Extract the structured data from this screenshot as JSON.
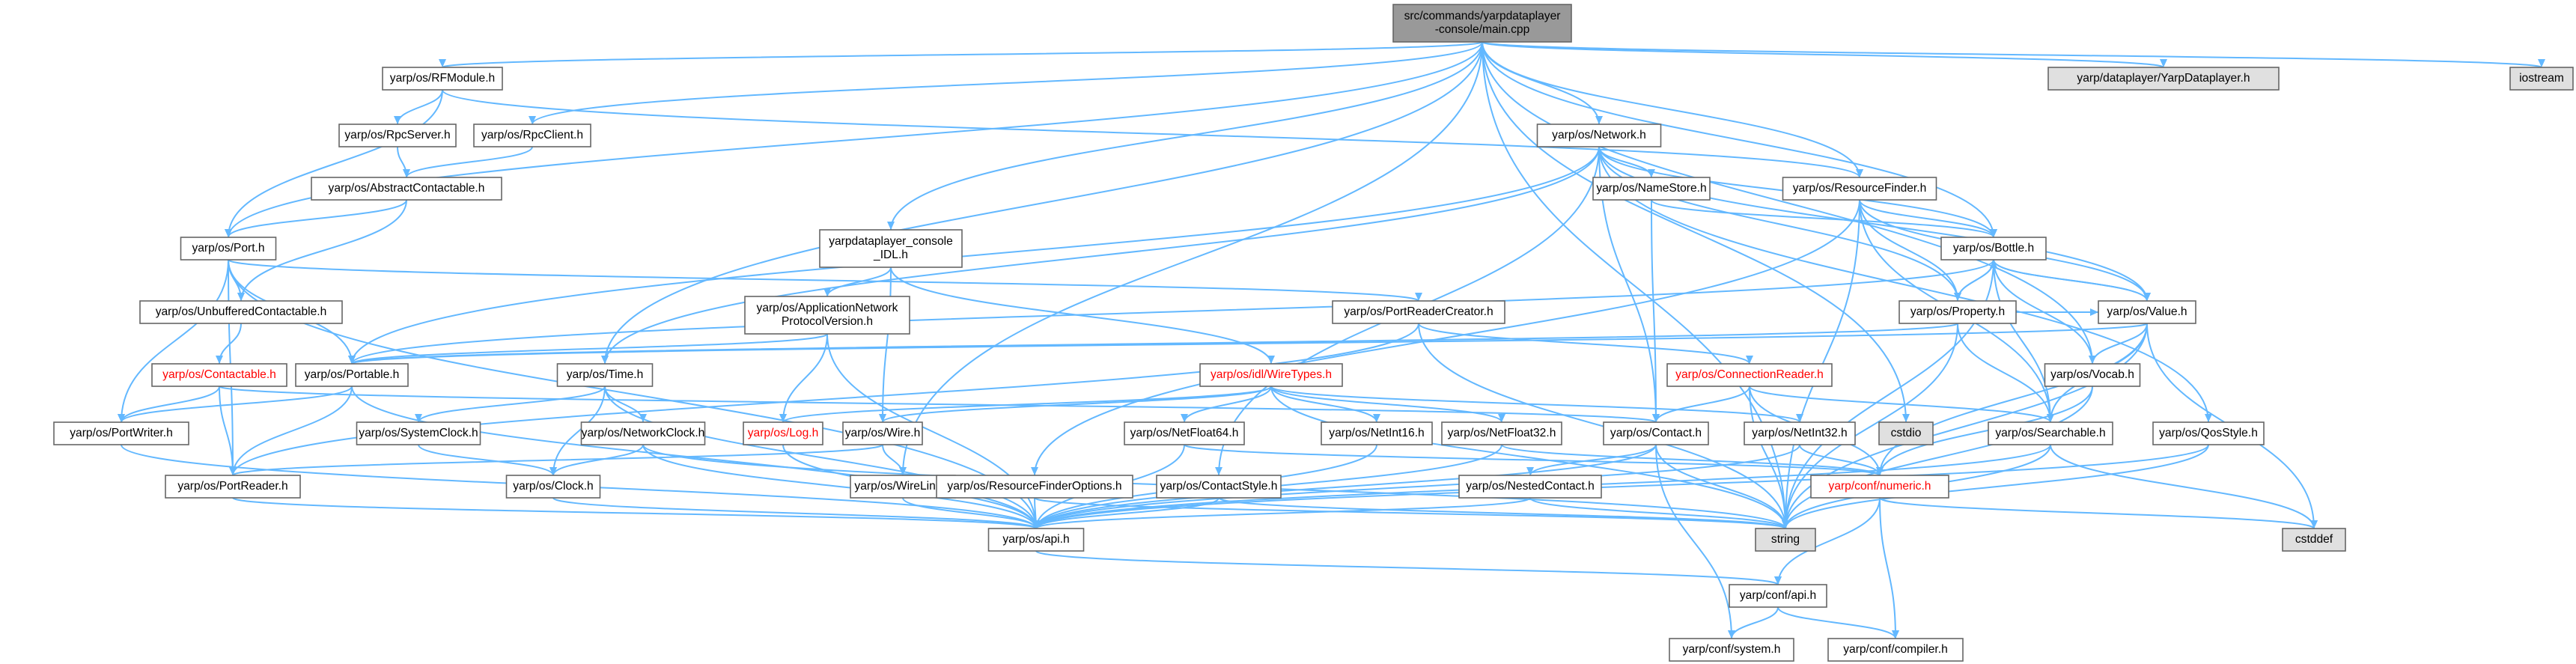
{
  "diagram": {
    "type": "include-dependency-graph",
    "colors": {
      "edge": "#63b8ff",
      "node_fill": "#ffffff",
      "node_border": "#666666",
      "root_fill": "#999999",
      "external_fill": "#e0e0e0",
      "highlight_border": "#ff0000",
      "highlight_text": "#ff0000",
      "text": "#000000"
    },
    "nodes": [
      {
        "id": "root",
        "label": "src/commands/yarpdataplayer\n-console/main.cpp",
        "kind": "root"
      },
      {
        "id": "rfmodule",
        "label": "yarp/os/RFModule.h",
        "kind": "normal"
      },
      {
        "id": "yarpdataplayer_h",
        "label": "yarp/dataplayer/YarpDataplayer.h",
        "kind": "external"
      },
      {
        "id": "iostream",
        "label": "iostream",
        "kind": "external"
      },
      {
        "id": "rpcserver",
        "label": "yarp/os/RpcServer.h",
        "kind": "normal"
      },
      {
        "id": "rpcclient",
        "label": "yarp/os/RpcClient.h",
        "kind": "normal"
      },
      {
        "id": "network",
        "label": "yarp/os/Network.h",
        "kind": "normal"
      },
      {
        "id": "abstractcontactable",
        "label": "yarp/os/AbstractContactable.h",
        "kind": "normal"
      },
      {
        "id": "namestore",
        "label": "yarp/os/NameStore.h",
        "kind": "normal"
      },
      {
        "id": "resourcefinder",
        "label": "yarp/os/ResourceFinder.h",
        "kind": "normal"
      },
      {
        "id": "port",
        "label": "yarp/os/Port.h",
        "kind": "normal"
      },
      {
        "id": "idl",
        "label": "yarpdataplayer_console\n_IDL.h",
        "kind": "normal"
      },
      {
        "id": "bottle",
        "label": "yarp/os/Bottle.h",
        "kind": "normal"
      },
      {
        "id": "unbuffered",
        "label": "yarp/os/UnbufferedContactable.h",
        "kind": "normal"
      },
      {
        "id": "appnetwork",
        "label": "yarp/os/ApplicationNetwork\nProtocolVersion.h",
        "kind": "normal"
      },
      {
        "id": "portreadercreator",
        "label": "yarp/os/PortReaderCreator.h",
        "kind": "normal"
      },
      {
        "id": "property",
        "label": "yarp/os/Property.h",
        "kind": "normal"
      },
      {
        "id": "value",
        "label": "yarp/os/Value.h",
        "kind": "normal"
      },
      {
        "id": "contactable",
        "label": "yarp/os/Contactable.h",
        "kind": "highlight"
      },
      {
        "id": "portable",
        "label": "yarp/os/Portable.h",
        "kind": "normal"
      },
      {
        "id": "time",
        "label": "yarp/os/Time.h",
        "kind": "normal"
      },
      {
        "id": "wiretypes",
        "label": "yarp/os/idl/WireTypes.h",
        "kind": "highlight"
      },
      {
        "id": "connectionreader",
        "label": "yarp/os/ConnectionReader.h",
        "kind": "highlight"
      },
      {
        "id": "vocab",
        "label": "yarp/os/Vocab.h",
        "kind": "normal"
      },
      {
        "id": "portwriter",
        "label": "yarp/os/PortWriter.h",
        "kind": "normal"
      },
      {
        "id": "systemclock",
        "label": "yarp/os/SystemClock.h",
        "kind": "normal"
      },
      {
        "id": "networkclock",
        "label": "yarp/os/NetworkClock.h",
        "kind": "normal"
      },
      {
        "id": "log",
        "label": "yarp/os/Log.h",
        "kind": "highlight"
      },
      {
        "id": "wire",
        "label": "yarp/os/Wire.h",
        "kind": "normal"
      },
      {
        "id": "netfloat64",
        "label": "yarp/os/NetFloat64.h",
        "kind": "normal"
      },
      {
        "id": "netint16",
        "label": "yarp/os/NetInt16.h",
        "kind": "normal"
      },
      {
        "id": "netfloat32",
        "label": "yarp/os/NetFloat32.h",
        "kind": "normal"
      },
      {
        "id": "contact",
        "label": "yarp/os/Contact.h",
        "kind": "normal"
      },
      {
        "id": "cstdio",
        "label": "cstdio",
        "kind": "external"
      },
      {
        "id": "netint32",
        "label": "yarp/os/NetInt32.h",
        "kind": "normal"
      },
      {
        "id": "searchable",
        "label": "yarp/os/Searchable.h",
        "kind": "normal"
      },
      {
        "id": "qosstyle",
        "label": "yarp/os/QosStyle.h",
        "kind": "normal"
      },
      {
        "id": "portreader",
        "label": "yarp/os/PortReader.h",
        "kind": "normal"
      },
      {
        "id": "clock",
        "label": "yarp/os/Clock.h",
        "kind": "normal"
      },
      {
        "id": "wirelink",
        "label": "yarp/os/WireLink.h",
        "kind": "normal"
      },
      {
        "id": "rfoptions",
        "label": "yarp/os/ResourceFinderOptions.h",
        "kind": "normal"
      },
      {
        "id": "contactstyle",
        "label": "yarp/os/ContactStyle.h",
        "kind": "normal"
      },
      {
        "id": "nestedcontact",
        "label": "yarp/os/NestedContact.h",
        "kind": "normal"
      },
      {
        "id": "numeric",
        "label": "yarp/conf/numeric.h",
        "kind": "highlight"
      },
      {
        "id": "string",
        "label": "string",
        "kind": "external"
      },
      {
        "id": "cstddef",
        "label": "cstddef",
        "kind": "external"
      },
      {
        "id": "api",
        "label": "yarp/os/api.h",
        "kind": "normal"
      },
      {
        "id": "confapi",
        "label": "yarp/conf/api.h",
        "kind": "normal"
      },
      {
        "id": "system",
        "label": "yarp/conf/system.h",
        "kind": "normal"
      },
      {
        "id": "compiler",
        "label": "yarp/conf/compiler.h",
        "kind": "normal"
      }
    ],
    "edges": [
      [
        "root",
        "rfmodule"
      ],
      [
        "root",
        "yarpdataplayer_h"
      ],
      [
        "root",
        "iostream"
      ],
      [
        "root",
        "rpcclient"
      ],
      [
        "root",
        "network"
      ],
      [
        "root",
        "idl"
      ],
      [
        "root",
        "port"
      ],
      [
        "root",
        "resourcefinder"
      ],
      [
        "root",
        "bottle"
      ],
      [
        "root",
        "time"
      ],
      [
        "root",
        "wirelink"
      ],
      [
        "root",
        "vocab"
      ],
      [
        "root",
        "string"
      ],
      [
        "root",
        "cstdio"
      ],
      [
        "rfmodule",
        "rpcserver"
      ],
      [
        "rfmodule",
        "port"
      ],
      [
        "rfmodule",
        "resourcefinder"
      ],
      [
        "rpcserver",
        "abstractcontactable"
      ],
      [
        "rpcclient",
        "abstractcontactable"
      ],
      [
        "abstractcontactable",
        "port"
      ],
      [
        "abstractcontactable",
        "unbuffered"
      ],
      [
        "port",
        "unbuffered"
      ],
      [
        "port",
        "portable"
      ],
      [
        "port",
        "portreadercreator"
      ],
      [
        "port",
        "portwriter"
      ],
      [
        "port",
        "portreader"
      ],
      [
        "port",
        "api"
      ],
      [
        "unbuffered",
        "contactable"
      ],
      [
        "contactable",
        "portwriter"
      ],
      [
        "contactable",
        "portreader"
      ],
      [
        "contactable",
        "contact"
      ],
      [
        "network",
        "namestore"
      ],
      [
        "network",
        "contact"
      ],
      [
        "network",
        "portable"
      ],
      [
        "network",
        "time"
      ],
      [
        "network",
        "bottle"
      ],
      [
        "network",
        "property"
      ],
      [
        "network",
        "contactstyle"
      ],
      [
        "network",
        "qosstyle"
      ],
      [
        "network",
        "value"
      ],
      [
        "namestore",
        "bottle"
      ],
      [
        "namestore",
        "contact"
      ],
      [
        "resourcefinder",
        "bottle"
      ],
      [
        "resourcefinder",
        "property"
      ],
      [
        "resourcefinder",
        "value"
      ],
      [
        "resourcefinder",
        "rfoptions"
      ],
      [
        "resourcefinder",
        "searchable"
      ],
      [
        "resourcefinder",
        "string"
      ],
      [
        "idl",
        "appnetwork"
      ],
      [
        "idl",
        "wire"
      ],
      [
        "idl",
        "wiretypes"
      ],
      [
        "appnetwork",
        "portable"
      ],
      [
        "appnetwork",
        "log"
      ],
      [
        "appnetwork",
        "api"
      ],
      [
        "portreadercreator",
        "portreader"
      ],
      [
        "portreadercreator",
        "connectionreader"
      ],
      [
        "portreadercreator",
        "string"
      ],
      [
        "bottle",
        "portable"
      ],
      [
        "bottle",
        "searchable"
      ],
      [
        "bottle",
        "property"
      ],
      [
        "bottle",
        "value"
      ],
      [
        "bottle",
        "vocab"
      ],
      [
        "bottle",
        "string"
      ],
      [
        "property",
        "bottle"
      ],
      [
        "property",
        "value"
      ],
      [
        "property",
        "searchable"
      ],
      [
        "property",
        "portable"
      ],
      [
        "property",
        "string"
      ],
      [
        "value",
        "bottle"
      ],
      [
        "value",
        "portable"
      ],
      [
        "value",
        "searchable"
      ],
      [
        "value",
        "vocab"
      ],
      [
        "value",
        "numeric"
      ],
      [
        "value",
        "string"
      ],
      [
        "value",
        "cstddef"
      ],
      [
        "vocab",
        "numeric"
      ],
      [
        "vocab",
        "string"
      ],
      [
        "portable",
        "portwriter"
      ],
      [
        "portable",
        "portreader"
      ],
      [
        "portable",
        "api"
      ],
      [
        "portwriter",
        "api"
      ],
      [
        "portreader",
        "api"
      ],
      [
        "time",
        "systemclock"
      ],
      [
        "time",
        "networkclock"
      ],
      [
        "time",
        "clock"
      ],
      [
        "time",
        "api"
      ],
      [
        "systemclock",
        "clock"
      ],
      [
        "networkclock",
        "clock"
      ],
      [
        "networkclock",
        "api"
      ],
      [
        "networkclock",
        "string"
      ],
      [
        "clock",
        "api"
      ],
      [
        "wiretypes",
        "log"
      ],
      [
        "wiretypes",
        "wire"
      ],
      [
        "wiretypes",
        "netfloat64"
      ],
      [
        "wiretypes",
        "netint16"
      ],
      [
        "wiretypes",
        "netfloat32"
      ],
      [
        "wiretypes",
        "netint32"
      ],
      [
        "wiretypes",
        "string"
      ],
      [
        "connectionreader",
        "contact"
      ],
      [
        "connectionreader",
        "numeric"
      ],
      [
        "connectionreader",
        "searchable"
      ],
      [
        "connectionreader",
        "string"
      ],
      [
        "log",
        "api"
      ],
      [
        "wire",
        "portreader"
      ],
      [
        "wire",
        "wirelink"
      ],
      [
        "wirelink",
        "api"
      ],
      [
        "netfloat64",
        "api"
      ],
      [
        "netfloat64",
        "numeric"
      ],
      [
        "netint16",
        "api"
      ],
      [
        "netfloat32",
        "api"
      ],
      [
        "netfloat32",
        "numeric"
      ],
      [
        "netint32",
        "api"
      ],
      [
        "netint32",
        "numeric"
      ],
      [
        "contact",
        "nestedcontact"
      ],
      [
        "contact",
        "api"
      ],
      [
        "contact",
        "string"
      ],
      [
        "contact",
        "system"
      ],
      [
        "nestedcontact",
        "api"
      ],
      [
        "nestedcontact",
        "string"
      ],
      [
        "searchable",
        "api"
      ],
      [
        "searchable",
        "string"
      ],
      [
        "searchable",
        "cstddef"
      ],
      [
        "qosstyle",
        "api"
      ],
      [
        "qosstyle",
        "string"
      ],
      [
        "rfoptions",
        "api"
      ],
      [
        "rfoptions",
        "string"
      ],
      [
        "contactstyle",
        "api"
      ],
      [
        "contactstyle",
        "string"
      ],
      [
        "numeric",
        "confapi"
      ],
      [
        "numeric",
        "compiler"
      ],
      [
        "numeric",
        "cstddef"
      ],
      [
        "api",
        "confapi"
      ],
      [
        "confapi",
        "system"
      ],
      [
        "confapi",
        "compiler"
      ]
    ]
  }
}
